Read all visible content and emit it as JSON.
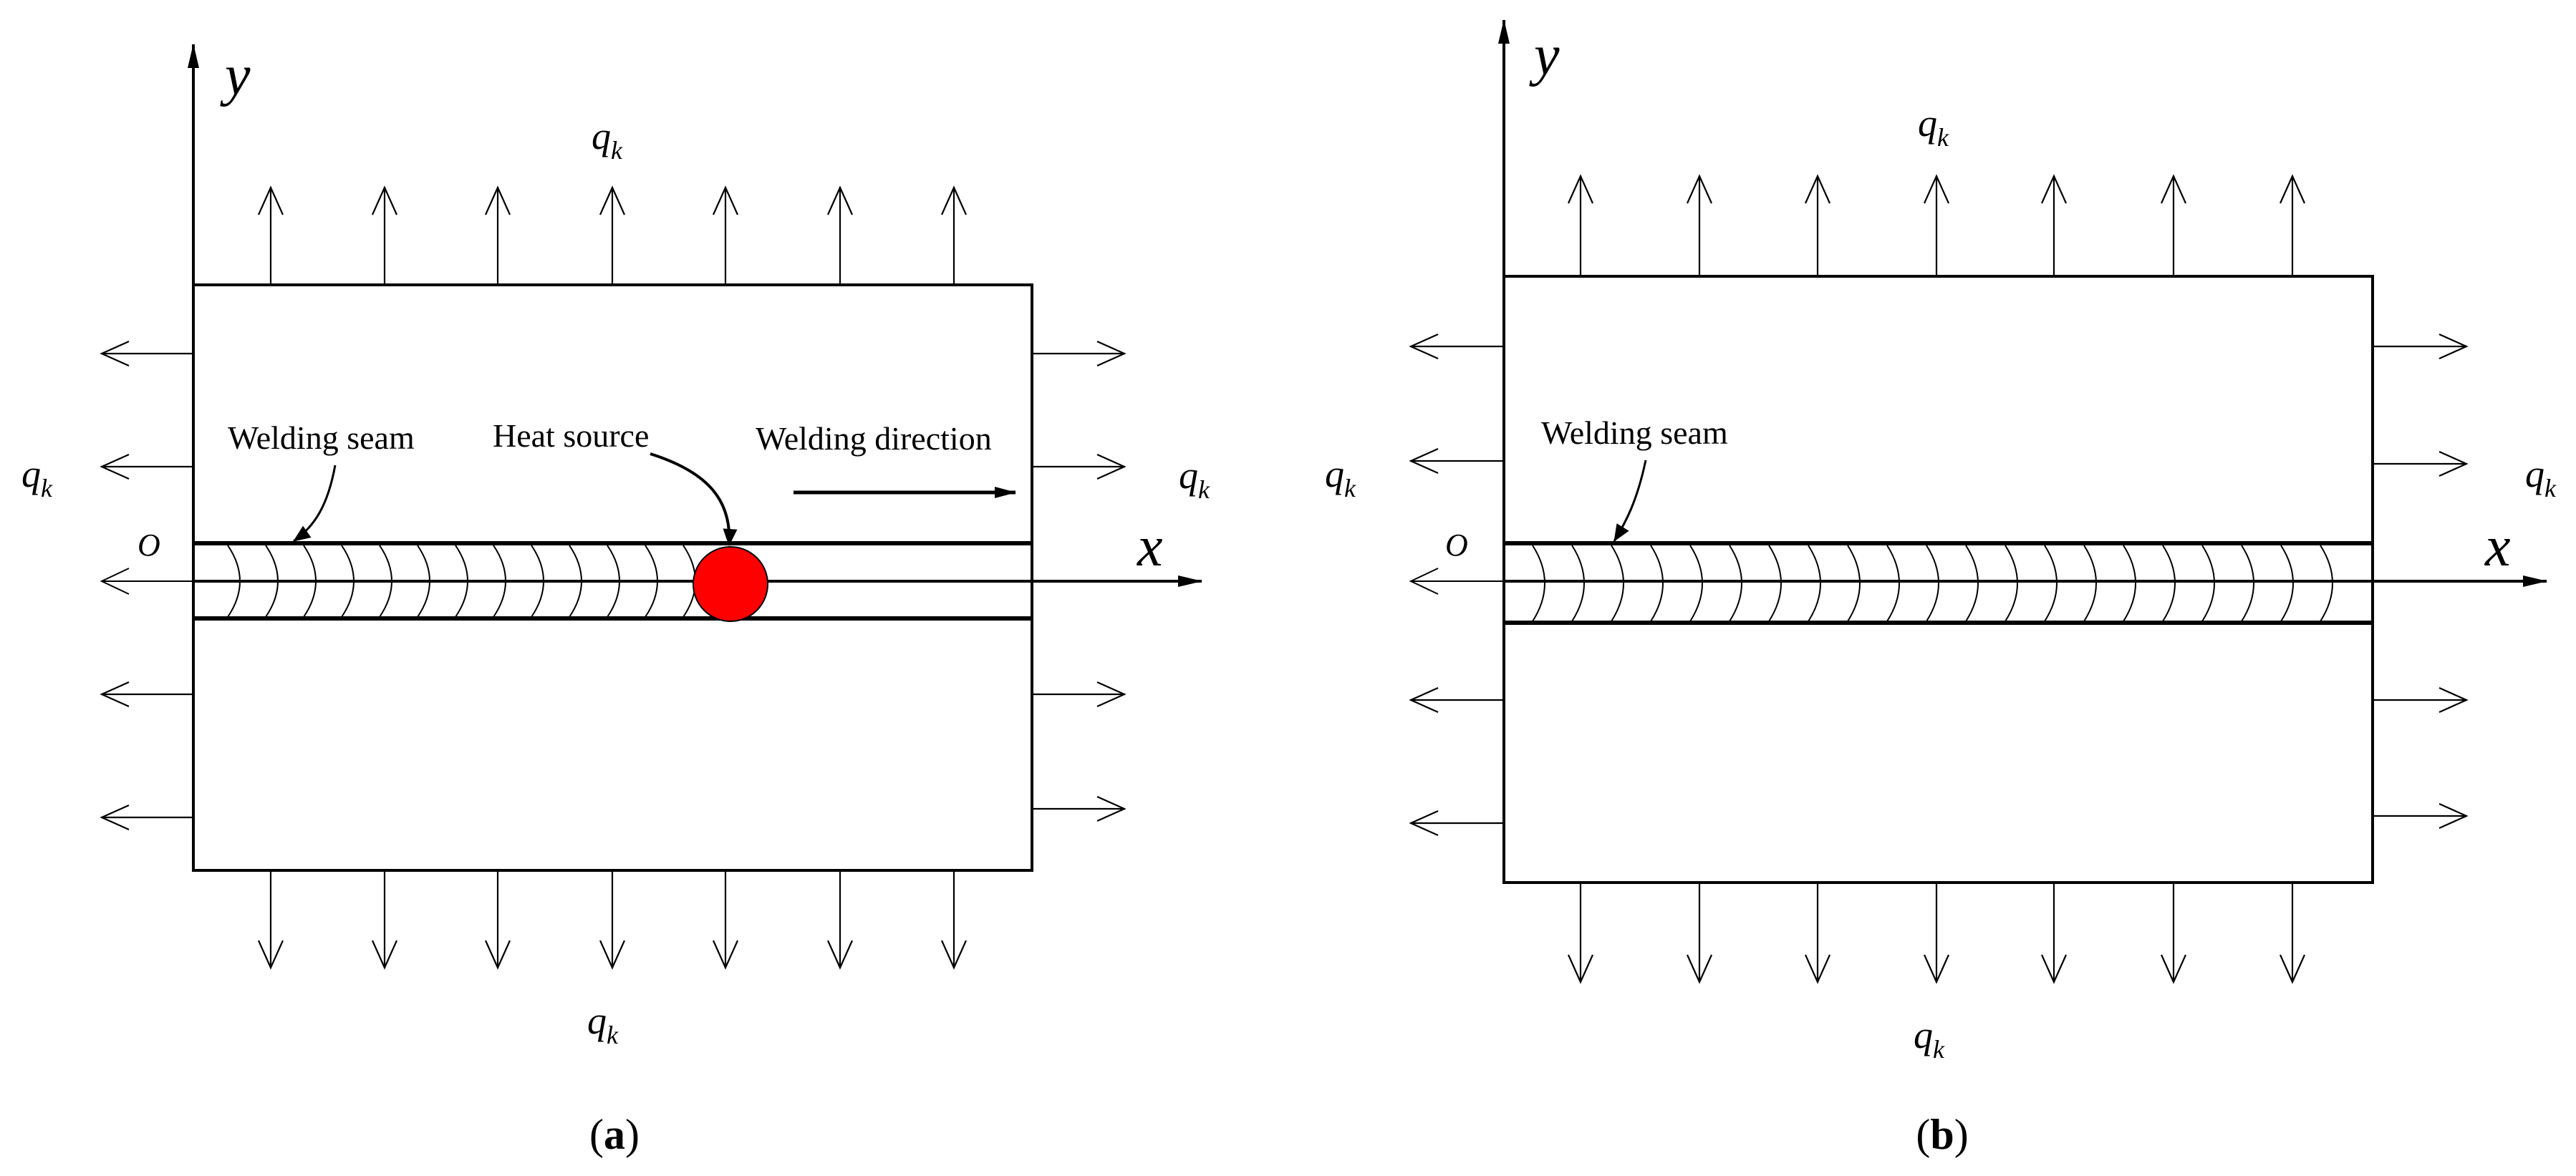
{
  "panels": [
    {
      "id": "a",
      "caption_open": "(",
      "caption_letter": "a",
      "caption_close": ")",
      "axis_x": "x",
      "axis_y": "y",
      "origin": "O",
      "flux_symbol": "q",
      "flux_subscript": "k",
      "seam_label": "Welding seam",
      "heat_label": "Heat source",
      "direction_label": "Welding direction",
      "heat_color": "#ff0000"
    },
    {
      "id": "b",
      "caption_open": "(",
      "caption_letter": "b",
      "caption_close": ")",
      "axis_x": "x",
      "axis_y": "y",
      "origin": "O",
      "flux_symbol": "q",
      "flux_subscript": "k",
      "seam_label": "Welding seam"
    }
  ]
}
